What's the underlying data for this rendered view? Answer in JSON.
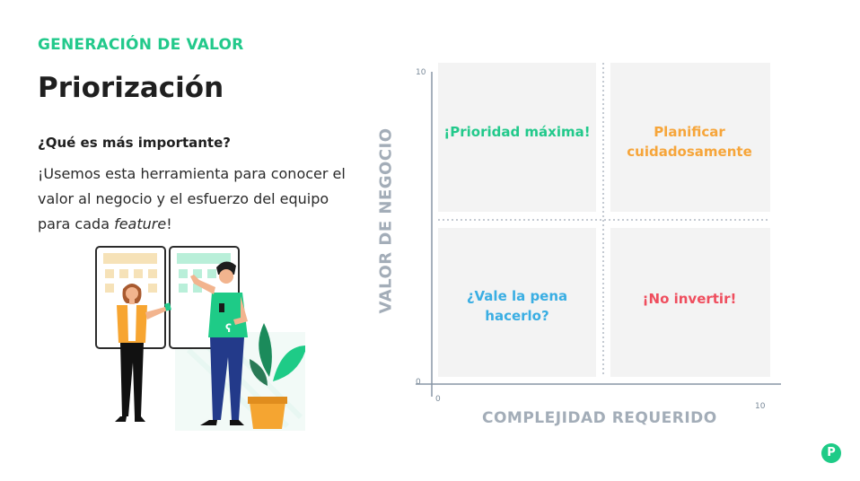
{
  "header": {
    "eyebrow": "GENERACIÓN DE VALOR",
    "title": "Priorización"
  },
  "content": {
    "question": "¿Qué es más importante?",
    "body_before": "¡Usemos esta herramienta para conocer el valor al negocio y el esfuerzo del equipo para cada ",
    "body_em": "feature",
    "body_after": "!"
  },
  "matrix": {
    "y_axis_title": "VALOR DE NEGOCIO",
    "x_axis_title": "COMPLEJIDAD REQUERIDO",
    "y_max_tick": "10",
    "y_min_tick": "0",
    "x_min_tick": "0",
    "x_max_tick": "10",
    "quadrants": {
      "top_left": "¡Prioridad máxima!",
      "top_right": "Planificar cuidadosamente",
      "bottom_left": "¿Vale la pena hacerlo?",
      "bottom_right": "¡No invertir!"
    },
    "colors": {
      "top_left": "#22c98b",
      "top_right": "#f6a53a",
      "bottom_left": "#3aaee3",
      "bottom_right": "#ef4e5e"
    }
  },
  "branding": {
    "logo_letter": "P",
    "logo_color": "#1ecb87"
  }
}
